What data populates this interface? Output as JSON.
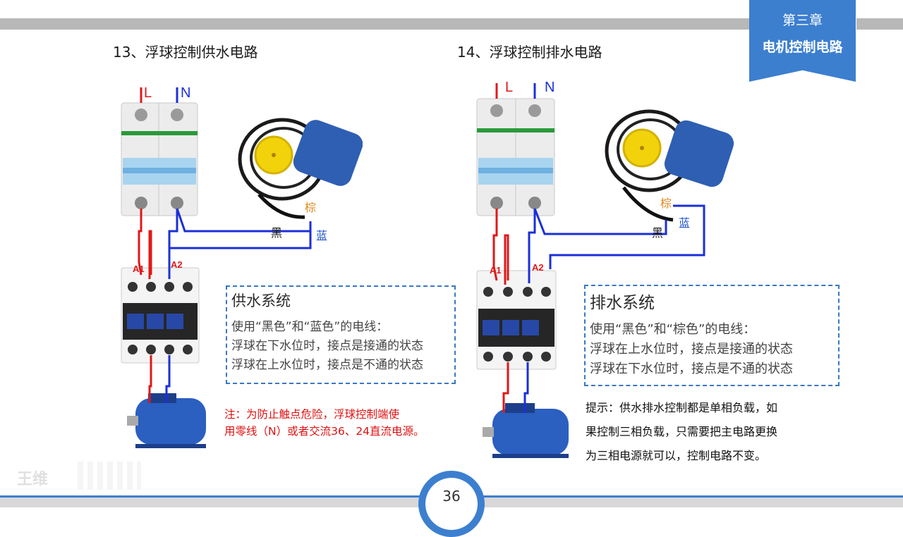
{
  "chapter": {
    "number": "第三章",
    "title": "电机控制电路"
  },
  "left": {
    "heading": "13、浮球控制供水电路",
    "labels": {
      "L": "L",
      "N": "N",
      "brown": "棕",
      "black": "黑",
      "blue": "蓝",
      "a1": "A1",
      "a2": "A2"
    },
    "box_title": "供水系统",
    "box_lines": [
      "使用“黑色”和“蓝色”的电线：",
      "浮球在下水位时，接点是接通的状态",
      "浮球在上水位时，接点是不通的状态"
    ],
    "note_lines": [
      "注：为防止触点危险，浮球控制端使",
      "用零线（N）或者交流36、24直流电源。"
    ]
  },
  "right": {
    "heading": "14、浮球控制排水电路",
    "labels": {
      "L": "L",
      "N": "N",
      "brown": "棕",
      "black": "黑",
      "blue": "蓝",
      "a1": "A1",
      "a2": "A2"
    },
    "box_title": "排水系统",
    "box_lines": [
      "使用“黑色”和“棕色”的电线：",
      "浮球在上水位时，接点是接通的状态",
      "浮球在下水位时，接点是不通的状态"
    ],
    "tip_lines": [
      "提示：供水排水控制都是单相负载，如",
      "果控制三相负载，只需要把主电路更换",
      "为三相电源就可以，控制电路不变。"
    ]
  },
  "page_number": "36",
  "watermark": "王维",
  "colors": {
    "accent": "#3c7fcf",
    "wire_red": "#e01818",
    "wire_blue": "#1a2fd8",
    "note_red": "#e01010"
  }
}
